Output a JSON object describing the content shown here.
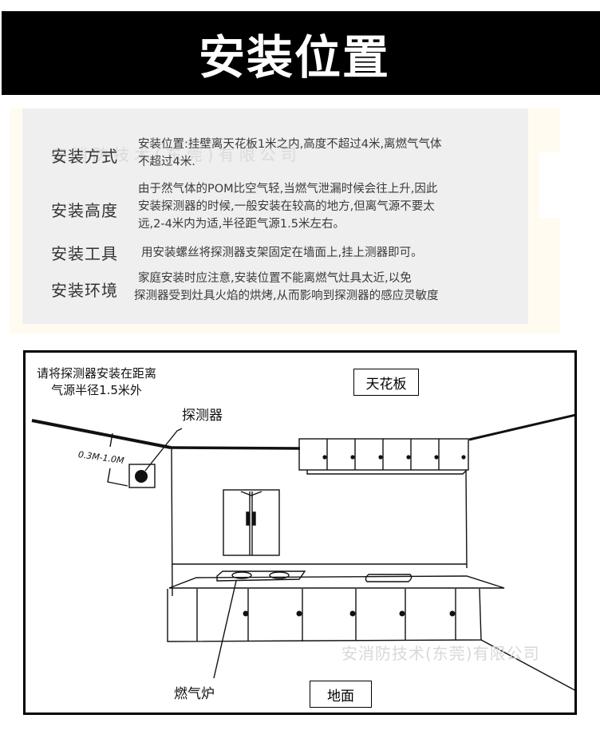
{
  "header": {
    "title": "安装位置"
  },
  "info": {
    "watermark": "安消防技术(东莞)有限公司",
    "rows": [
      {
        "label": "安装方式",
        "lines": [
          "安装位置:挂壁离天花板1米之内,高度不超过4米,离燃气气体",
          "不超过4米."
        ]
      },
      {
        "label": "安装高度",
        "lines": [
          "由于然气体的POM比空气轻,当燃气泄漏时候会往上升,因此",
          "安装探测器的时候,一般安装在较高的地方,但离气源不要太",
          "远,2-4米内为适,半径距气源1.5米左右。"
        ]
      },
      {
        "label": "安装工具",
        "lines": [
          "用安装螺丝将探测器支架固定在墙面上,挂上测器即可。"
        ]
      },
      {
        "label": "安装环境",
        "lines": [
          "家庭安装时应注意,安装位置不能离燃气灶具太近,以免",
          "探测器受到灶具火焰的烘烤,从而影响到探测器的感应灵敏度"
        ]
      }
    ]
  },
  "diagram": {
    "note_lines": [
      "请将探测器安装在距离",
      "气源半径1.5米外"
    ],
    "ceiling_label": "天花板",
    "floor_label": "地面",
    "detector_label": "探测器",
    "stove_label": "燃气炉",
    "distance_label": "0.3M-1.0M",
    "watermark": "安消防技术(东莞)有限公司",
    "wall_cabinet_doors": 6,
    "base_cabinet_doors": 7
  },
  "colors": {
    "title_bg": "#000000",
    "title_text": "#ffffff",
    "panel_bg": "#efefef",
    "band_bg": "#fffbf0",
    "text": "#333333"
  }
}
